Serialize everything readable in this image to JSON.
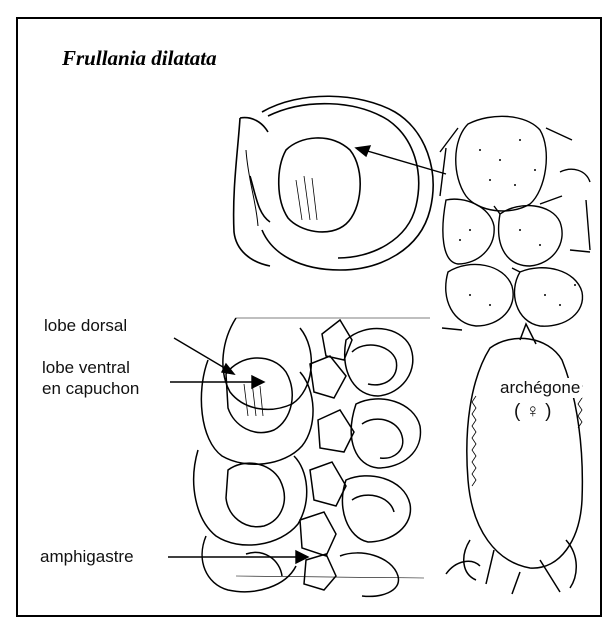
{
  "figure": {
    "title": "Frullania dilatata",
    "labels": {
      "lobe_dorsal": "lobe dorsal",
      "lobe_ventral_line1": "lobe ventral",
      "lobe_ventral_line2": "en capuchon",
      "archegone": "archégone",
      "female_symbol": "( ♀ )",
      "amphigastre": "amphigastre"
    }
  }
}
